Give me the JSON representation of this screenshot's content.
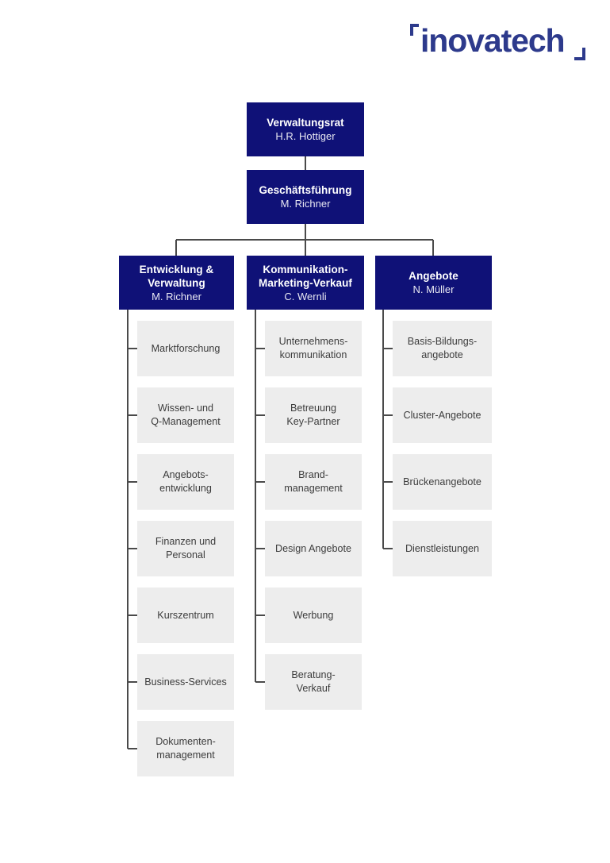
{
  "brand": {
    "name": "inovatech",
    "color": "#2d3a8c",
    "left_tick_icon": "quote-tick-icon",
    "right_tick_icon": "quote-tick-icon"
  },
  "colors": {
    "exec_box": "#0f1177",
    "leaf_box": "#ededed",
    "connector": "#4a4a4a",
    "page_background": "#ffffff",
    "exec_text": "#ffffff",
    "leaf_text": "#3c3c3c"
  },
  "chart_data": {
    "type": "diagram",
    "diagram_type": "organization-chart",
    "orientation": "top-down",
    "levels": 4,
    "nodes": [
      {
        "id": "board",
        "title": "Verwaltungsrat",
        "person": "H.R. Hottiger",
        "level": 0,
        "style": "exec"
      },
      {
        "id": "ceo",
        "title": "Geschäftsführung",
        "person": "M. Richner",
        "level": 1,
        "style": "exec",
        "parent": "board"
      },
      {
        "id": "dept1",
        "title": "Entwicklung & Verwaltung",
        "person": "M. Richner",
        "level": 2,
        "style": "exec",
        "parent": "ceo"
      },
      {
        "id": "dept2",
        "title": "Kommunikation-Marketing-Verkauf",
        "person": "C. Wernli",
        "level": 2,
        "style": "exec",
        "parent": "ceo"
      },
      {
        "id": "dept3",
        "title": "Angebote",
        "person": "N. Müller",
        "level": 2,
        "style": "exec",
        "parent": "ceo"
      }
    ]
  },
  "org": {
    "board": {
      "title": "Verwaltungsrat",
      "person": "H.R. Hottiger"
    },
    "ceo": {
      "title": "Geschäftsführung",
      "person": "M. Richner"
    },
    "departments": [
      {
        "title_line1": "Entwicklung &",
        "title_line2": "Verwaltung",
        "person": "M. Richner",
        "units": [
          {
            "line1": "Marktforschung",
            "line2": ""
          },
          {
            "line1": "Wissen- und",
            "line2": "Q-Management"
          },
          {
            "line1": "Angebots-",
            "line2": "entwicklung"
          },
          {
            "line1": "Finanzen und",
            "line2": "Personal"
          },
          {
            "line1": "Kurszentrum",
            "line2": ""
          },
          {
            "line1": "Business-Services",
            "line2": ""
          },
          {
            "line1": "Dokumenten-",
            "line2": "management"
          }
        ]
      },
      {
        "title_line1": "Kommunikation-",
        "title_line2": "Marketing-Verkauf",
        "person": "C. Wernli",
        "units": [
          {
            "line1": "Unternehmens-",
            "line2": "kommunikation"
          },
          {
            "line1": "Betreuung",
            "line2": "Key-Partner"
          },
          {
            "line1": "Brand-",
            "line2": "management"
          },
          {
            "line1": "Design Angebote",
            "line2": ""
          },
          {
            "line1": "Werbung",
            "line2": ""
          },
          {
            "line1": "Beratung-",
            "line2": "Verkauf"
          }
        ]
      },
      {
        "title_line1": "Angebote",
        "title_line2": "",
        "person": "N. Müller",
        "units": [
          {
            "line1": "Basis-Bildungs-",
            "line2": "angebote"
          },
          {
            "line1": "Cluster-Angebote",
            "line2": ""
          },
          {
            "line1": "Brückenangebote",
            "line2": ""
          },
          {
            "line1": "Dienstleistungen",
            "line2": ""
          }
        ]
      }
    ]
  }
}
